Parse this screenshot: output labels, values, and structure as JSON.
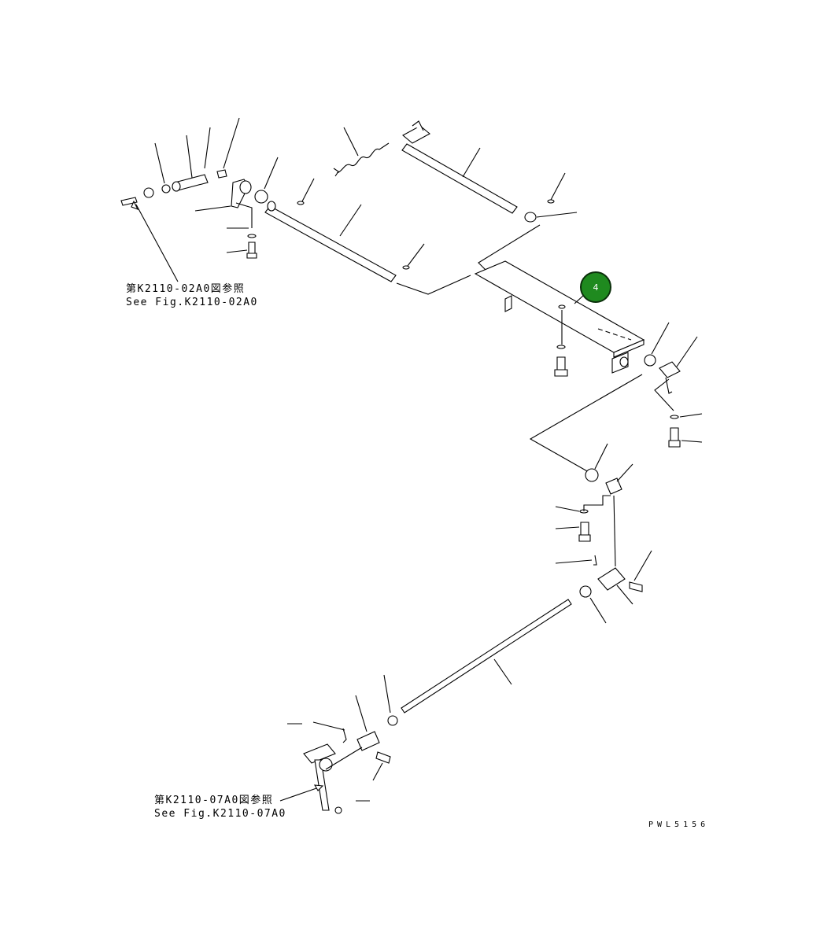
{
  "references": {
    "top": {
      "jp": "第K2110-02A0図参照",
      "en": "See Fig.K2110-02A0"
    },
    "bottom": {
      "jp": "第K2110-07A0図参照",
      "en": "See Fig.K2110-07A0"
    }
  },
  "callout": {
    "label": "4",
    "color": "#1f8a1f"
  },
  "figure_code": "PWL5156"
}
